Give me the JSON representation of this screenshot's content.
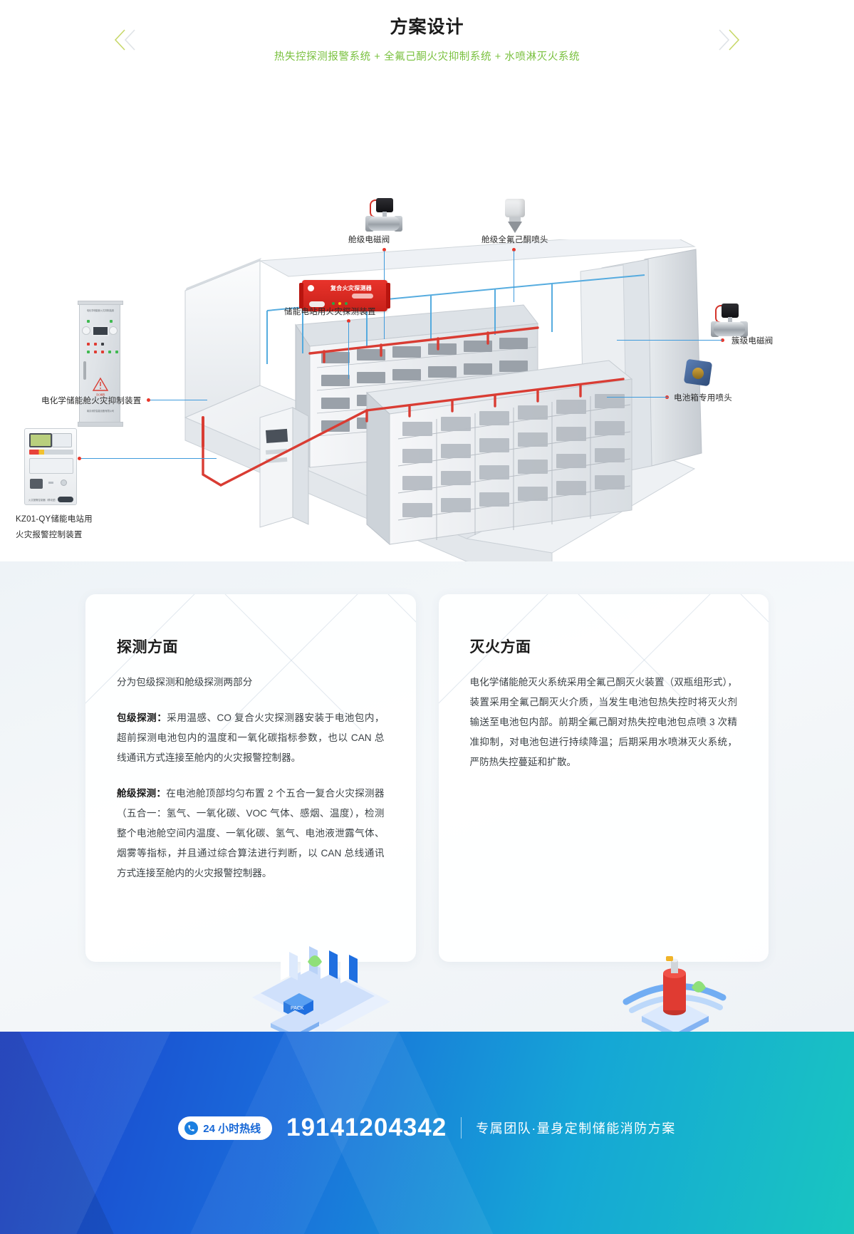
{
  "header": {
    "title": "方案设计",
    "subtitle": "热失控探测报警系统 + 全氟己酮火灾抑制系统 + 水喷淋灭火系统",
    "prev_icon": "chevron-left-icon",
    "next_icon": "chevron-right-icon"
  },
  "diagram": {
    "alt": "储能集装箱消防系统示意图",
    "callouts": [
      {
        "id": "cabin-solenoid-valve",
        "label": "舱级电磁阀"
      },
      {
        "id": "cabin-novec-nozzle",
        "label": "舱级全氟己酮喷头"
      },
      {
        "id": "station-fire-detector",
        "label": "储能电站用火灾探测装置"
      },
      {
        "id": "suppression-device",
        "label": "电化学储能舱火灾抑制装置"
      },
      {
        "id": "alarm-controller-line1",
        "label": "KZ01-QY储能电站用"
      },
      {
        "id": "alarm-controller-line2",
        "label": "火灾报警控制装置"
      },
      {
        "id": "cluster-solenoid-valve",
        "label": "簇级电磁阀"
      },
      {
        "id": "battery-box-nozzle",
        "label": "电池箱专用喷头"
      }
    ],
    "detector_device_name": "复合火灾探测器"
  },
  "cards": [
    {
      "title": "探测方面",
      "lead": "分为包级探测和舱级探测两部分",
      "paragraphs": [
        {
          "label": "包级探测：",
          "text": "采用温感、CO 复合火灾探测器安装于电池包内，超前探测电池包内的温度和一氧化碳指标参数，也以 CAN 总线通讯方式连接至舱内的火灾报警控制器。"
        },
        {
          "label": "舱级探测：",
          "text": "在电池舱顶部均匀布置 2 个五合一复合火灾探测器（五合一：氢气、一氧化碳、VOC 气体、感烟、温度），检测整个电池舱空间内温度、一氧化碳、氢气、电池液泄露气体、烟雾等指标，并且通过综合算法进行判断，以 CAN 总线通讯方式连接至舱内的火灾报警控制器。"
        }
      ]
    },
    {
      "title": "灭火方面",
      "lead": "",
      "paragraphs": [
        {
          "label": "",
          "text": "电化学储能舱灭火系统采用全氟己酮灭火装置（双瓶组形式），装置采用全氟己酮灭火介质，当发生电池包热失控时将灭火剂输送至电池包内部。前期全氟己酮对热失控电池包点喷 3 次精准抑制，对电池包进行持续降温；后期采用水喷淋灭火系统，严防热失控蔓延和扩散。"
        }
      ]
    }
  ],
  "card_illustrations": {
    "left_label": "PACK",
    "left_name": "battery-pack-illustration",
    "right_name": "fire-extinguisher-illustration"
  },
  "footer": {
    "hotline_label": "24 小时热线",
    "hotline_number": "19141204342",
    "slogan": "专属团队·量身定制储能消防方案",
    "phone_icon": "phone-icon"
  },
  "colors": {
    "accent_green": "#7ac13f",
    "lead_line": "#3f9bdc",
    "dot_red": "#e8362a",
    "footer_from": "#1b3fcb",
    "footer_to": "#19c6c0"
  }
}
